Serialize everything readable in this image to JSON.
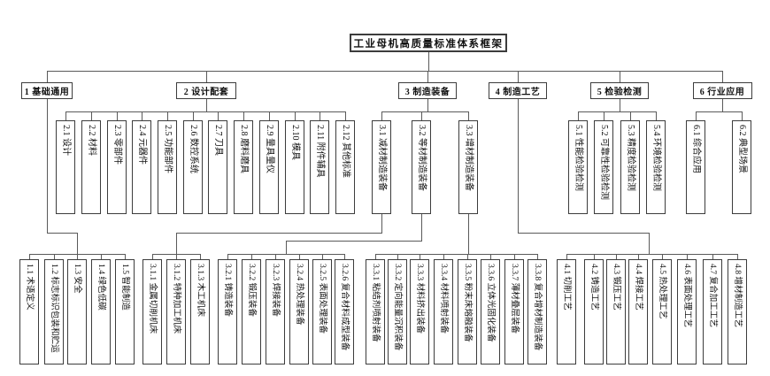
{
  "colors": {
    "line": "#5a5a5a",
    "border": "#3c3c3c",
    "background": "#ffffff",
    "text": "#111111"
  },
  "chart": {
    "root": "工业母机高质量标准体系框架",
    "level1": [
      "1 基础通用",
      "2 设计配套",
      "3 制造装备",
      "4 制造工艺",
      "5 检验检测",
      "6 行业应用"
    ],
    "groups": {
      "g2": [
        "2.1 设计",
        "2.2 材料",
        "2.3 零部件",
        "2.4 元器件",
        "2.5 功能部件",
        "2.6 数控系统",
        "2.7 刀具",
        "2.8 磨料磨具",
        "2.9 量具量仪",
        "2.10 模具",
        "2.11 附件辅具",
        "2.12 其他标准"
      ],
      "g3": [
        "3.1 减材制造装备",
        "3.2 等材制造装备",
        "3.3 增材制造装备"
      ],
      "g5": [
        "5.1 性能检验检测",
        "5.2 可靠性检验检测",
        "5.3 精度检验检测",
        "5.4 环境检验检测"
      ],
      "g6": [
        "6.1 综合应用",
        "6.2 典型场景"
      ],
      "g1": [
        "1.1 术语定义",
        "1.2 标志标识包装和贮运",
        "1.3 安全",
        "1.4 绿色低碳",
        "1.5 智能制造"
      ],
      "g31": [
        "3.1.1 金属切削机床",
        "3.1.2 特种加工机床",
        "3.1.3 木工机床"
      ],
      "g32": [
        "3.2.1 铸造装备",
        "3.2.2 锻压装备",
        "3.2.3 焊接装备",
        "3.2.4 热处理装备",
        "3.2.5 表面处理装备",
        "3.2.6 复合材料成型装备"
      ],
      "g33": [
        "3.3.1 粘结剂喷射装备",
        "3.3.2 定向能量沉积装备",
        "3.3.3 材料挤出装备",
        "3.3.4 材料喷射装备",
        "3.3.5 粉末床熔融装备",
        "3.3.6 立体光固化装备",
        "3.3.7 薄材叠层装备",
        "3.3.8 复合增材制造装备"
      ],
      "g4": [
        "4.1 切削工艺",
        "4.2 铸造工艺",
        "4.3 锻压工艺",
        "4.4 焊接工艺",
        "4.5 热处理工艺",
        "4.6 表面处理工艺",
        "4.7 复合加工工艺",
        "4.8 增材制造工艺"
      ]
    }
  }
}
